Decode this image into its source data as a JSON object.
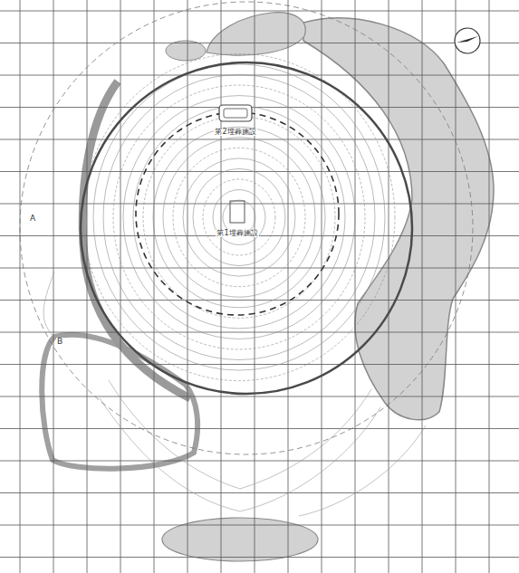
{
  "diagram": {
    "labels": [
      "第2埋葬施設",
      "第1埋葬施設",
      "A",
      "B"
    ]
  }
}
